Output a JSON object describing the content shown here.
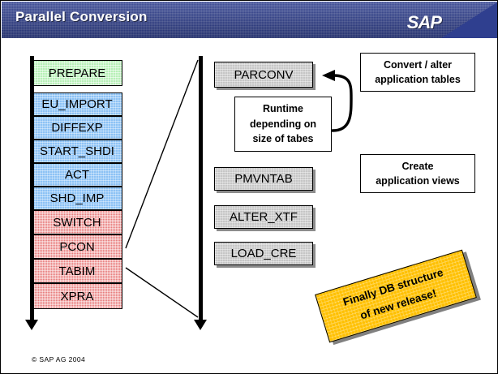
{
  "header": {
    "title": "Parallel Conversion",
    "logo": "SAP",
    "bg_color": "#2f3f8f"
  },
  "left_column": {
    "name": "downtime-phase-stack",
    "boxes": [
      {
        "label": "PREPARE",
        "style": "green"
      },
      {
        "label": "EU_IMPORT",
        "style": "blue"
      },
      {
        "label": "DIFFEXP",
        "style": "blue"
      },
      {
        "label": "START_SHDI",
        "style": "blue"
      },
      {
        "label": "ACT",
        "style": "blue"
      },
      {
        "label": "SHD_IMP",
        "style": "blue"
      },
      {
        "label": "SWITCH",
        "style": "red"
      },
      {
        "label": "PCON",
        "style": "red"
      },
      {
        "label": "TABIM",
        "style": "red"
      },
      {
        "label": "XPRA",
        "style": "red"
      }
    ]
  },
  "middle_column": {
    "name": "parallel-conversion-steps",
    "boxes": [
      {
        "label": "PARCONV",
        "style": "grey"
      },
      {
        "label": "PMVNTAB",
        "style": "grey"
      },
      {
        "label": "ALTER_XTF",
        "style": "grey"
      },
      {
        "label": "LOAD_CRE",
        "style": "grey"
      }
    ]
  },
  "runtime_note": {
    "lines": [
      "Runtime",
      "depending on",
      "size of tabes"
    ]
  },
  "callouts": [
    {
      "name": "convert-alter-tables",
      "lines": [
        "Convert / alter",
        "application tables"
      ]
    },
    {
      "name": "create-app-views",
      "lines": [
        "Create",
        "application views"
      ]
    }
  ],
  "banner": {
    "lines": [
      "Finally DB structure",
      "of new release!"
    ],
    "color": "#ffc000"
  },
  "footer": {
    "text": "©  SAP AG 2004"
  },
  "colors": {
    "header_blue": "#2f3f8f",
    "green": "#b7f0b7",
    "blue": "#8cc2f5",
    "red": "#e87b7b",
    "grey": "#c6c6c6",
    "yellow": "#ffc000"
  }
}
